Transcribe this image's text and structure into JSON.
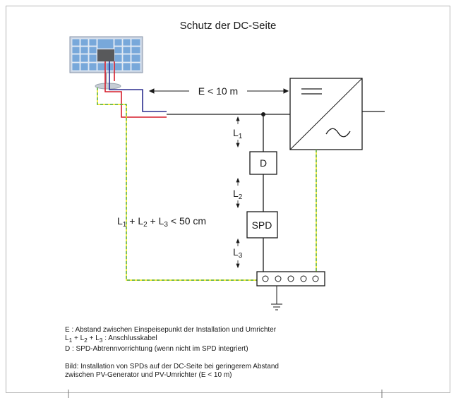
{
  "title": "Schutz der DC-Seite",
  "distance_label": "E < 10 m",
  "l1": {
    "main": "L",
    "sub": "1"
  },
  "l2": {
    "main": "L",
    "sub": "2"
  },
  "l3": {
    "main": "L",
    "sub": "3"
  },
  "sum_label": {
    "l1": "L",
    "s1": "1",
    "p1": " + L",
    "s2": "2",
    "p2": " + L",
    "s3": "3",
    "tail": " < 50 cm"
  },
  "box_d": "D",
  "box_spd": "SPD",
  "legend": {
    "line1": "E : Abstand zwischen Einspeisepunkt der Installation und Umrichter",
    "line2": {
      "a": "L",
      "s1": "1",
      "b": " + L",
      "s2": "2",
      "c": " + L",
      "s3": "3",
      "d": " : Anschlusskabel"
    },
    "line3": "D : SPD-Abtrennvorrichtung (wenn nicht im SPD integriert)",
    "caption1": "Bild: Installation von SPDs auf der DC-Seite bei geringerem Abstand",
    "caption2": "zwischen PV-Generator und PV-Umrichter (E < 10 m)"
  }
}
